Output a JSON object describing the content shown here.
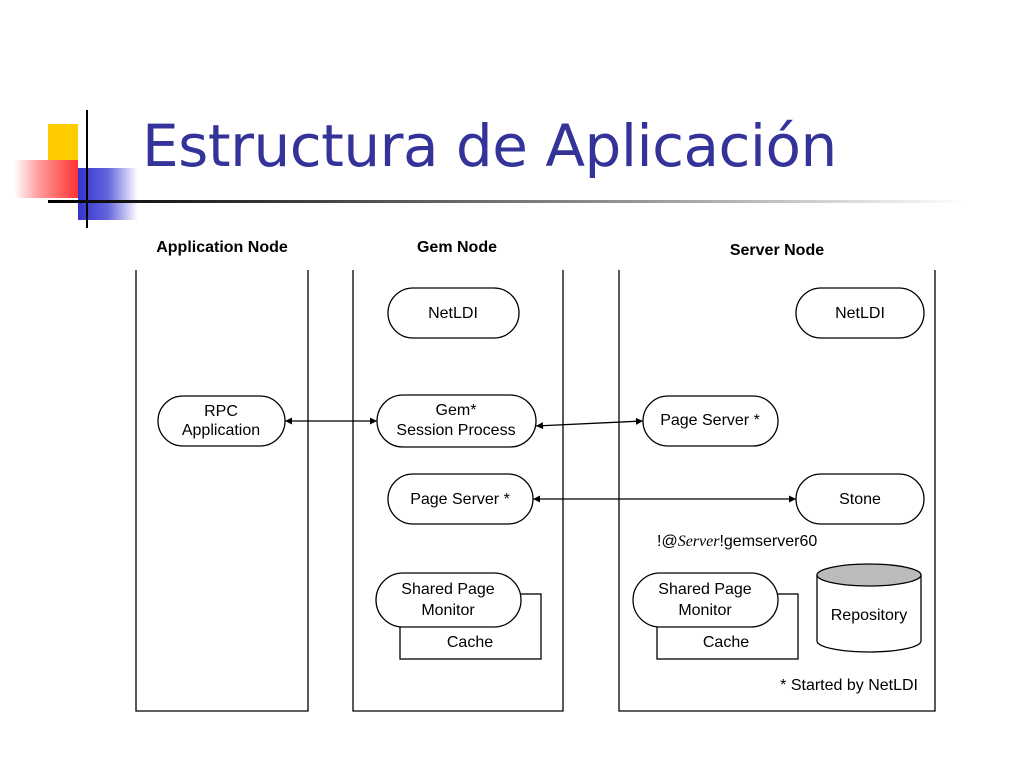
{
  "slide": {
    "title": "Estructura de Aplicación"
  },
  "diagram": {
    "application_node": {
      "label": "Application Node",
      "rpc_application": [
        "RPC",
        "Application"
      ]
    },
    "gem_node": {
      "label": "Gem Node",
      "netldi": "NetLDI",
      "gem_session": [
        "Gem*",
        "Session Process"
      ],
      "page_server": "Page Server *",
      "shared_page_monitor": [
        "Shared Page",
        "Monitor"
      ],
      "cache": "Cache"
    },
    "server_node": {
      "label": "Server Node",
      "netldi": "NetLDI",
      "page_server": "Page Server *",
      "stone": "Stone",
      "server_name": {
        "prefix": "!@",
        "italic": "Server",
        "suffix": "!gemserver60"
      },
      "shared_page_monitor": [
        "Shared Page",
        "Monitor"
      ],
      "cache": "Cache",
      "repository": "Repository",
      "footnote": "* Started by NetLDI"
    }
  }
}
